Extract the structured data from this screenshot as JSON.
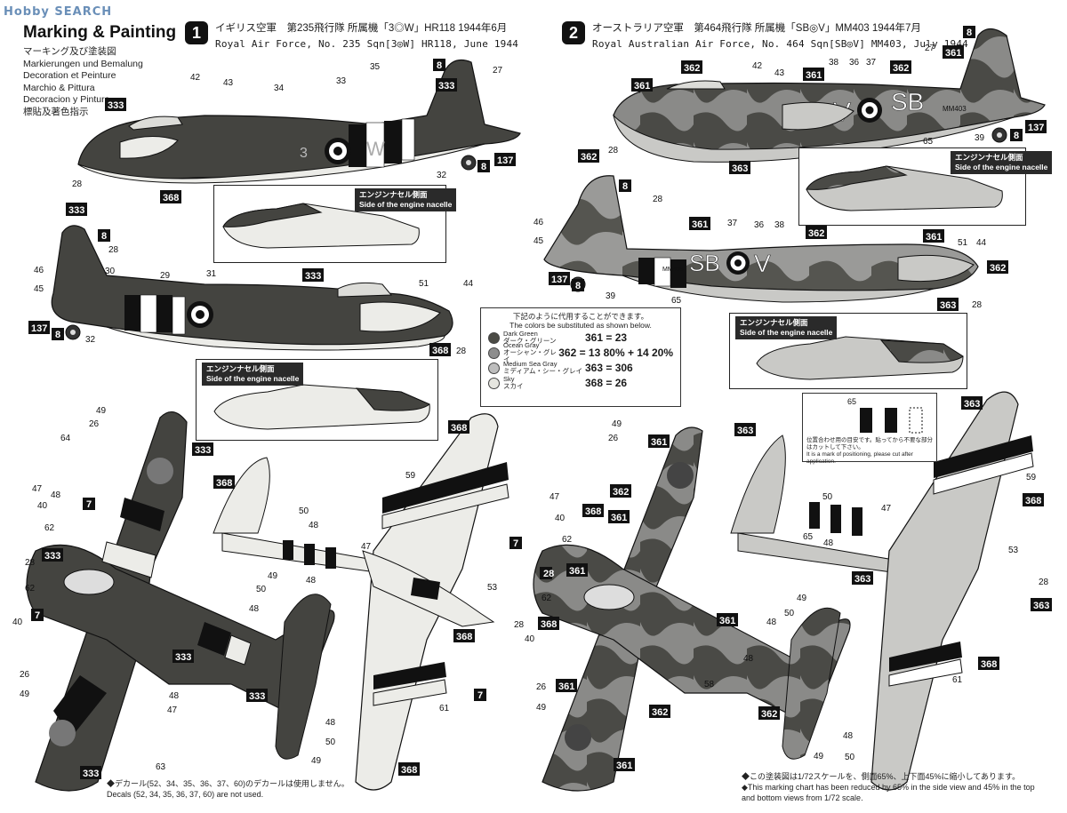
{
  "watermark": "Hobby SEARCH",
  "title": "Marking & Painting",
  "languages": [
    "マーキング及び塗装図",
    "Markierungen und Bemalung",
    "Decoration et Peinture",
    "Marchio & Pittura",
    "Decoracion y Pintura",
    "標貼及著色指示"
  ],
  "scheme1": {
    "number": "1",
    "jp": "イギリス空軍　第235飛行隊 所属機「3◎W」HR118 1944年6月",
    "en": "Royal Air Force, No. 235 Sqn[3◎W] HR118, June 1944",
    "fuselage_code_left": "3",
    "fuselage_code_right": "W"
  },
  "scheme2": {
    "number": "2",
    "jp": "オーストラリア空軍　第464飛行隊 所属機「SB◎V」MM403 1944年7月",
    "en": "Royal Australian Air Force, No. 464 Sqn[SB◎V] MM403, July 1944",
    "fuselage_code_left": "V",
    "fuselage_code_right": "SB",
    "serial": "MM403"
  },
  "nacelle": {
    "jp": "エンジンナセル側面",
    "en": "Side of the engine nacelle"
  },
  "legend": {
    "note_jp": "下記のように代用することができます。",
    "note_en": "The colors be substituted as shown below.",
    "colors": [
      {
        "name": "Dark Green",
        "jp": "ダーク・グリーン",
        "hex": "#4b4b45",
        "code": "361 = 23"
      },
      {
        "name": "Ocean Gray",
        "jp": "オーシャン・グレイ",
        "hex": "#8d8d8d",
        "code": "362 = 13 80% + 14 20%"
      },
      {
        "name": "Medium Sea Gray",
        "jp": "ミディアム・シー・グレイ",
        "hex": "#bdbdbd",
        "code": "363 = 306"
      },
      {
        "name": "Sky",
        "jp": "スカイ",
        "hex": "#e6e6e0",
        "code": "368 = 26"
      }
    ]
  },
  "position_note": {
    "jp": "位置合わせ用の目安です。貼ってから不要な部分はカットして下さい。",
    "en": "It is a mark of positioning, please cut after application."
  },
  "footnotes": {
    "decal_jp": "◆デカール(52、34、35、36、37、60)のデカールは使用しません。",
    "decal_en": "Decals (52, 34, 35, 36, 37, 60) are not used.",
    "scale_jp": "◆この塗装図は1/72スケールを、側面65%、上下面45%に縮小してあります。",
    "scale_en1": "◆This marking chart has been reduced by 65% in the side view and 45% in the top",
    "scale_en2": "and bottom views from 1/72 scale."
  },
  "colors": {
    "dark": "#3f3f3a",
    "mid": "#8a8a88",
    "light": "#c9c9c6",
    "sky": "#ecece8",
    "ink": "#1a1a1a"
  }
}
